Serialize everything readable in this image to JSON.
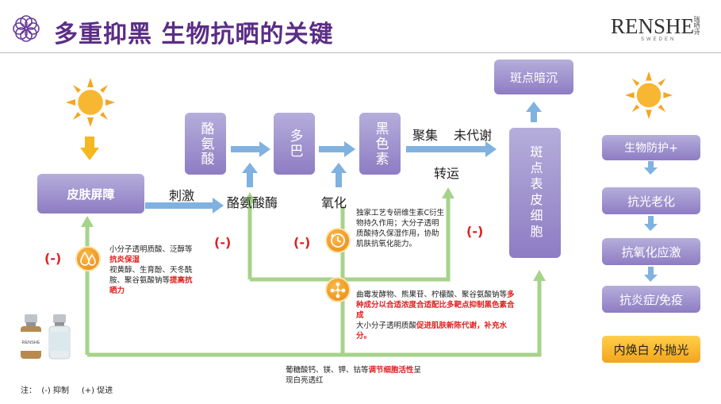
{
  "header": {
    "title": "多重抑黑 生物抗晒的关键",
    "logo": "RENSHE",
    "logo_sub": "SWEDEN",
    "logo_side": "瑞哂诗"
  },
  "nodes": {
    "skin_barrier": "皮肤屏障",
    "tyrosine": "酪氨酸",
    "dopa": "多巴",
    "melanin": "黑色素",
    "spot_surface": "斑点表皮细胞",
    "spot_dark": "斑点暗沉"
  },
  "labels": {
    "stimulus": "刺激",
    "tyrosinase": "酪氨酸酶",
    "oxidation": "氧化",
    "gather": "聚集",
    "not_metabolized": "未代谢",
    "transport": "转运"
  },
  "minus_marks": [
    "(-)",
    "(-)",
    "(-)",
    "(-)"
  ],
  "notes": {
    "left_plain1": "小分子透明质酸、泛醇等",
    "left_red1": "抗炎保湿",
    "left_plain2": "视黄醇、生育酚、天冬酰胺、聚谷氨酸钠等",
    "left_red2": "提高抗晒力",
    "mid_top": "独家工艺专研维生素C衍生物持久作用；大分子透明质酸持久保湿作用，协助肌肤抗氧化能力。",
    "mid_plain1": "曲霉发酵物、熊果苷、柠檬酸、聚谷氨酸钠等",
    "mid_red1": "多种成分以合适浓度合适配比多靶点抑制黑色素合成",
    "mid_plain2": "大小分子透明质酸",
    "mid_red2": "促进肌肤新陈代谢，补充水分。",
    "bottom_plain1": "葡糖酸钙、镁、钾、钴等",
    "bottom_red1": "调节细胞活性",
    "bottom_plain2": "呈现白亮透红"
  },
  "legend": {
    "prefix": "注：",
    "inhibit": "(-) 抑制",
    "promote": "(+) 促进"
  },
  "right_panel": {
    "items": [
      "生物防护+",
      "抗光老化",
      "抗氧化应激",
      "抗炎症/免疫"
    ],
    "result": "内焕白 外抛光"
  },
  "product": {
    "brand": "RENSHE"
  },
  "colors": {
    "title": "#5b2d86",
    "purple_box": "#9a8ccc",
    "green_line": "#a6d38a",
    "blue_arrow": "#7fb2e0",
    "red": "#e02020",
    "orange": "#f0a020"
  }
}
